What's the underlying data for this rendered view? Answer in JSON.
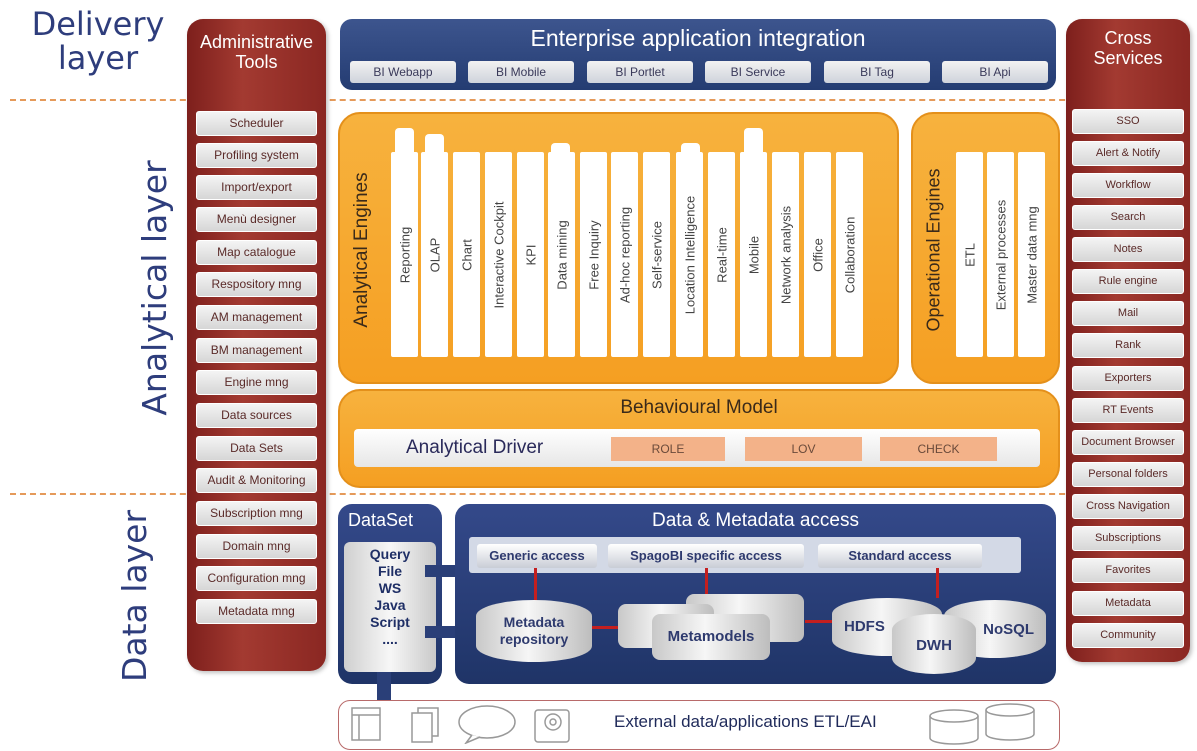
{
  "layers": {
    "delivery": "Delivery layer",
    "delivery_line1": "Delivery",
    "delivery_line2": "layer",
    "analytical": "Analytical layer",
    "data": "Data layer"
  },
  "admin_tools": {
    "title_line1": "Administrative",
    "title_line2": "Tools",
    "items": [
      "Scheduler",
      "Profiling system",
      "Import/export",
      "Menù designer",
      "Map catalogue",
      "Respository mng",
      "AM management",
      "BM management",
      "Engine mng",
      "Data sources",
      "Data Sets",
      "Audit & Monitoring",
      "Subscription mng",
      "Domain mng",
      "Configuration mng",
      "Metadata mng"
    ]
  },
  "cross_services": {
    "title_line1": "Cross",
    "title_line2": "Services",
    "items": [
      "SSO",
      "Alert & Notify",
      "Workflow",
      "Search",
      "Notes",
      "Rule engine",
      "Mail",
      "Rank",
      "Exporters",
      "RT Events",
      "Document Browser",
      "Personal folders",
      "Cross Navigation",
      "Subscriptions",
      "Favorites",
      "Metadata",
      "Community"
    ]
  },
  "eai": {
    "title": "Enterprise application integration",
    "items": [
      "BI Webapp",
      "BI Mobile",
      "BI Portlet",
      "BI Service",
      "BI Tag",
      "BI Api"
    ]
  },
  "analytical_engines": {
    "title": "Analytical Engines",
    "items": [
      "Reporting",
      "OLAP",
      "Chart",
      "Interactive Cockpit",
      "KPI",
      "Data mining",
      "Free Inquiry",
      "Ad-hoc reporting",
      "Self-service",
      "Location Intelligence",
      "Real-time",
      "Mobile",
      "Network analysis",
      "Office",
      "Collaboration"
    ]
  },
  "operational_engines": {
    "title": "Operational Engines",
    "items": [
      "ETL",
      "External processes",
      "Master data mng"
    ]
  },
  "behavioural_model": {
    "title": "Behavioural Model",
    "driver": "Analytical Driver",
    "items": [
      "ROLE",
      "LOV",
      "CHECK"
    ]
  },
  "dataset": {
    "title": "DataSet",
    "items": [
      "Query",
      "File",
      "WS",
      "Java",
      "Script",
      "...."
    ]
  },
  "data_access": {
    "title": "Data & Metadata access",
    "access": [
      "Generic access",
      "SpagoBI specific access",
      "Standard access"
    ],
    "metadata_repo_line1": "Metadata",
    "metadata_repo_line2": "repository",
    "metamodels": "Metamodels",
    "hdfs": "HDFS",
    "dwh": "DWH",
    "nosql": "NoSQL"
  },
  "external": {
    "label": "External data/applications ETL/EAI"
  },
  "colors": {
    "red_column": "#8a2722",
    "orange": "#f5a623",
    "navy": "#243c72",
    "salmon": "#f3b289",
    "layer_text": "#2e3d7c"
  }
}
